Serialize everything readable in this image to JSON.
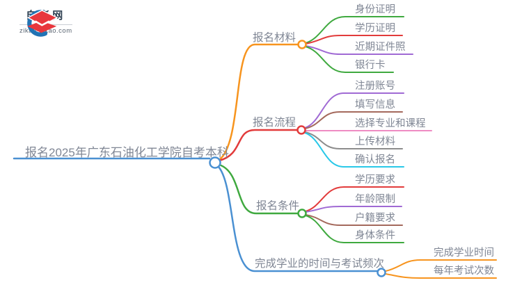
{
  "logo": {
    "title": "自考网",
    "domain": "zikao-zikao.com",
    "icon_blue": "#2173b4",
    "icon_red": "#e8373d"
  },
  "palette": {
    "orange": "#f7941e",
    "red": "#e23b3b",
    "green": "#3fa93f",
    "blue": "#4a90d2",
    "purple": "#a06ad4",
    "brown": "#a4695c",
    "pink": "#ee8cc3",
    "gray": "#8c8c8c",
    "cyan": "#29c8e8",
    "text_gray": "#7f8694"
  },
  "mindmap": {
    "root": {
      "label": "报名2025年广东石油化工学院自考本科",
      "color": "#4a90d2"
    },
    "branches": [
      {
        "label": "报名材料",
        "color": "#f7941e",
        "children": [
          {
            "label": "身份证明",
            "color": "#3fa93f"
          },
          {
            "label": "学历证明",
            "color": "#e23b3b"
          },
          {
            "label": "近期证件照",
            "color": "#a06ad4"
          },
          {
            "label": "银行卡",
            "color": "#3fa93f"
          }
        ]
      },
      {
        "label": "报名流程",
        "color": "#e23b3b",
        "children": [
          {
            "label": "注册账号",
            "color": "#a06ad4"
          },
          {
            "label": "填写信息",
            "color": "#a4695c"
          },
          {
            "label": "选择专业和课程",
            "color": "#ee8cc3"
          },
          {
            "label": "上传材料",
            "color": "#8c8c8c"
          },
          {
            "label": "确认报名",
            "color": "#29c8e8"
          }
        ]
      },
      {
        "label": "报名条件",
        "color": "#3fa93f",
        "children": [
          {
            "label": "学历要求",
            "color": "#e23b3b"
          },
          {
            "label": "年龄限制",
            "color": "#a06ad4"
          },
          {
            "label": "户籍要求",
            "color": "#a4695c"
          },
          {
            "label": "身体条件",
            "color": "#3fa93f"
          }
        ]
      },
      {
        "label": "完成学业的时间与考试频次",
        "color": "#4a90d2",
        "children": [
          {
            "label": "完成学业时间",
            "color": "#f7941e"
          },
          {
            "label": "每年考试次数",
            "color": "#f7941e"
          }
        ]
      }
    ]
  }
}
